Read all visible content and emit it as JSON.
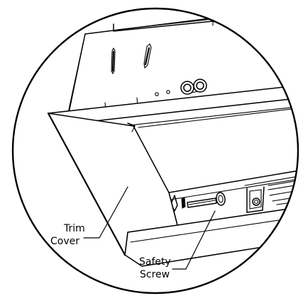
{
  "diagram": {
    "callouts": {
      "trim_cover": {
        "line1": "Trim",
        "line2": "Cover"
      },
      "safety_screw": {
        "line1": "Safety",
        "line2": "Screw"
      }
    },
    "colors": {
      "ink": "#000000",
      "background": "#ffffff"
    }
  }
}
